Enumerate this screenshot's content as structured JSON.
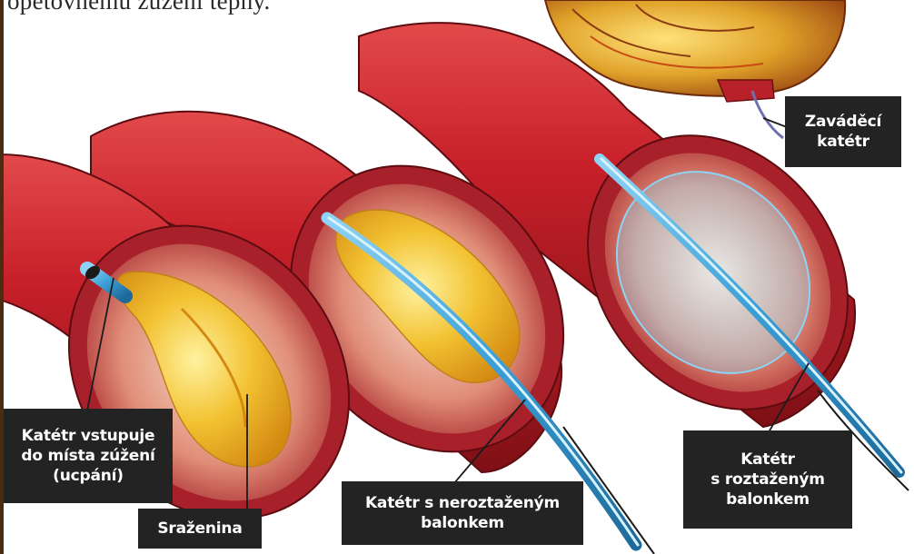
{
  "caption": {
    "text": "opětovnému zúžení tepny."
  },
  "labels": {
    "guiding_catheter": [
      "Zaváděcí",
      "katétr"
    ],
    "catheter_entering": [
      "Katétr vstupuje",
      "do místa zúžení",
      "(ucpání)"
    ],
    "clot": [
      "Sraženina"
    ],
    "catheter_deflated": [
      "Katétr s neroztaženým",
      "balonkem"
    ],
    "catheter_inflated": [
      "Katétr",
      "s roztaženým",
      "balonkem"
    ]
  },
  "colors": {
    "vessel_red": "#c8202a",
    "vessel_dark": "#8a1418",
    "plaque_yellow": "#f2c232",
    "catheter_blue": "#3a9fd6",
    "label_bg": "#232323",
    "frame": "#4a2c10"
  }
}
